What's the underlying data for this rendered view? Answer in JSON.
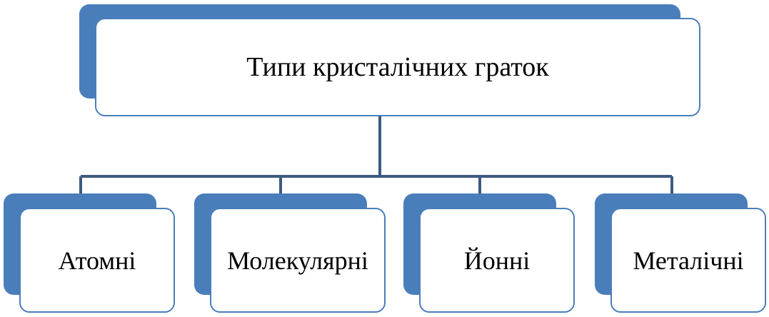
{
  "diagram": {
    "root": {
      "label": "Типи кристалічних граток"
    },
    "children": [
      {
        "label": "Атомні"
      },
      {
        "label": "Молекулярні"
      },
      {
        "label": "Йонні"
      },
      {
        "label": "Металічні"
      }
    ],
    "colors": {
      "accent": "#4a7ebb",
      "connector": "#3d5a80",
      "box_fill": "#ffffff",
      "text": "#000000"
    }
  }
}
